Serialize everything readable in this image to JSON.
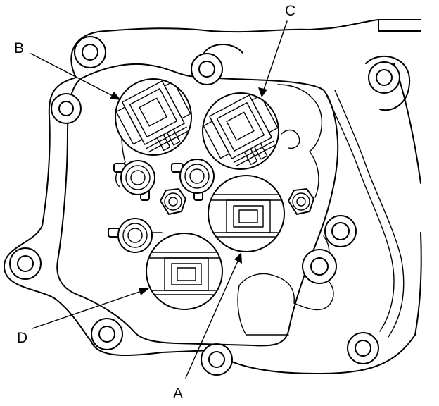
{
  "figure": {
    "callouts": [
      {
        "id": "A",
        "text": "A"
      },
      {
        "id": "B",
        "text": "B"
      },
      {
        "id": "C",
        "text": "C"
      },
      {
        "id": "D",
        "text": "D"
      }
    ]
  }
}
